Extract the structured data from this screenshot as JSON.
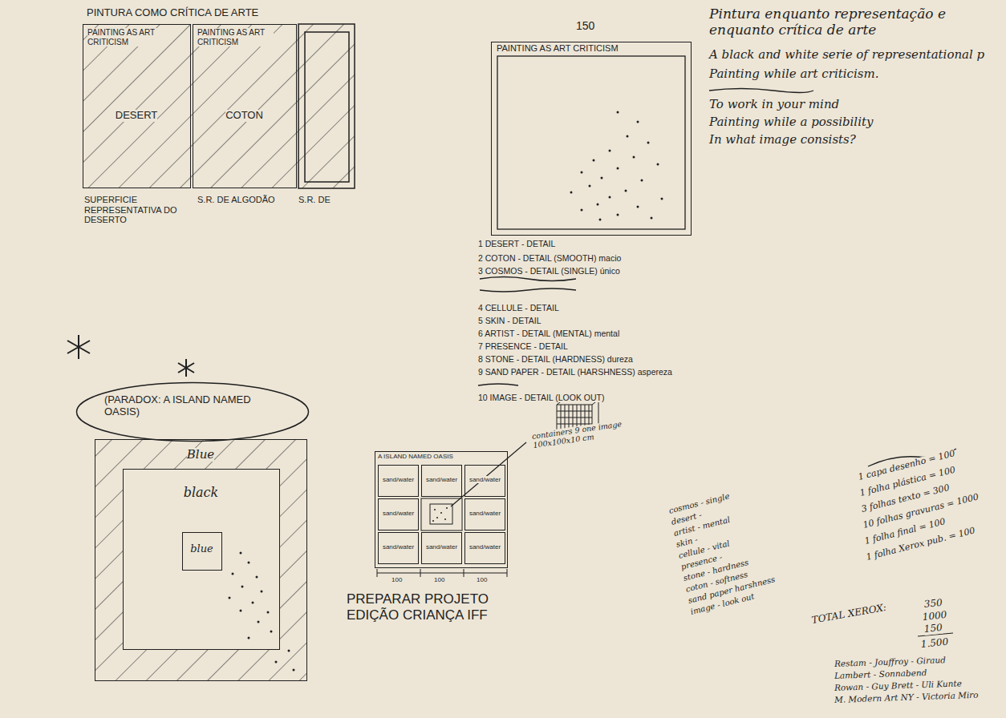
{
  "diagram": {
    "title": "PINTURA COMO CRÍTICA DE ARTE",
    "nodes": [
      {
        "text": [
          "PAINTING AS ART CRITICISM",
          "DESERT"
        ]
      },
      {
        "text": [
          "PAINTING AS ART CRITICISM",
          "COTON"
        ]
      },
      {
        "text": [
          "PAINTING AS ART CRITICISM"
        ]
      },
      {
        "text": [
          "(PARADOX: A ISLAND NAMED OASIS)"
        ]
      },
      {
        "text": [
          "Blue"
        ]
      },
      {
        "text": [
          "black"
        ],
        "in": 4
      },
      {
        "text": [
          "blue"
        ],
        "in": 5
      },
      {
        "text": [
          "A ISLAND NAMED OASIS"
        ]
      },
      {
        "text": [
          "sand/water"
        ],
        "in": 7
      },
      {
        "text": [
          "sand/water"
        ],
        "in": 7
      },
      {
        "text": [
          "sand/water"
        ],
        "in": 7
      },
      {
        "text": [
          "sand/water"
        ],
        "in": 7
      },
      {
        "text": [
          "sand/water"
        ],
        "in": 7
      },
      {
        "text": [
          "sand/water"
        ],
        "in": 7
      },
      {
        "text": [
          "sand/water"
        ],
        "in": 7
      },
      {
        "text": [
          "sand/water"
        ],
        "in": 7
      }
    ],
    "labels": [
      "SUPERFICIE REPRESENTATIVA DO DESERTO",
      "S.R. DE ALGODÃO",
      "S.R. DE",
      "150",
      "1 DESERT - DETAIL",
      "2 COTON - DETAIL (SMOOTH) macio",
      "3 COSMOS - DETAIL (SINGLE) único",
      "4 CELLULE - DETAIL",
      "5 SKIN - DETAIL",
      "6 ARTIST - DETAIL (MENTAL) mental",
      "7 PRESENCE - DETAIL",
      "8 STONE - DETAIL (HARDNESS) dureza",
      "9 SAND PAPER - DETAIL (HARSHNESS) aspereza",
      "10 IMAGE - DETAIL (LOOK OUT)",
      "Pintura enquanto representação e enquanto crítica de arte",
      "A black and white serie of representational p",
      "Painting while art criticism.",
      "To work in your mind",
      "Painting while a possibility",
      "In what image consists?",
      "containers 9 one image 100x100x10 cm",
      "100",
      "100",
      "100",
      "PREPARAR PROJETO EDIÇÃO CRIANÇA IFF",
      "cosmos - single",
      "desert -",
      "artist - mental",
      "skin -",
      "cellule - vital",
      "presence -",
      "stone - hardness",
      "coton - softness",
      "sand paper harshness",
      "image - look out",
      "1 capa desenho = 100",
      "1 folha plástica = 100",
      "3 folhas texto = 300",
      "10 folhas gravuras = 1000",
      "1 folha final = 100",
      "1 folha Xerox pub. = 100",
      "TOTAL XEROX:",
      "350",
      "1000",
      "150",
      "1.500",
      "Restam - Jouffroy - Giraud",
      "Lambert - Sonnabend",
      "Rowan - Guy Brett - Uli Kunte",
      "M. Modern Art NY - Victoria Miro"
    ]
  }
}
